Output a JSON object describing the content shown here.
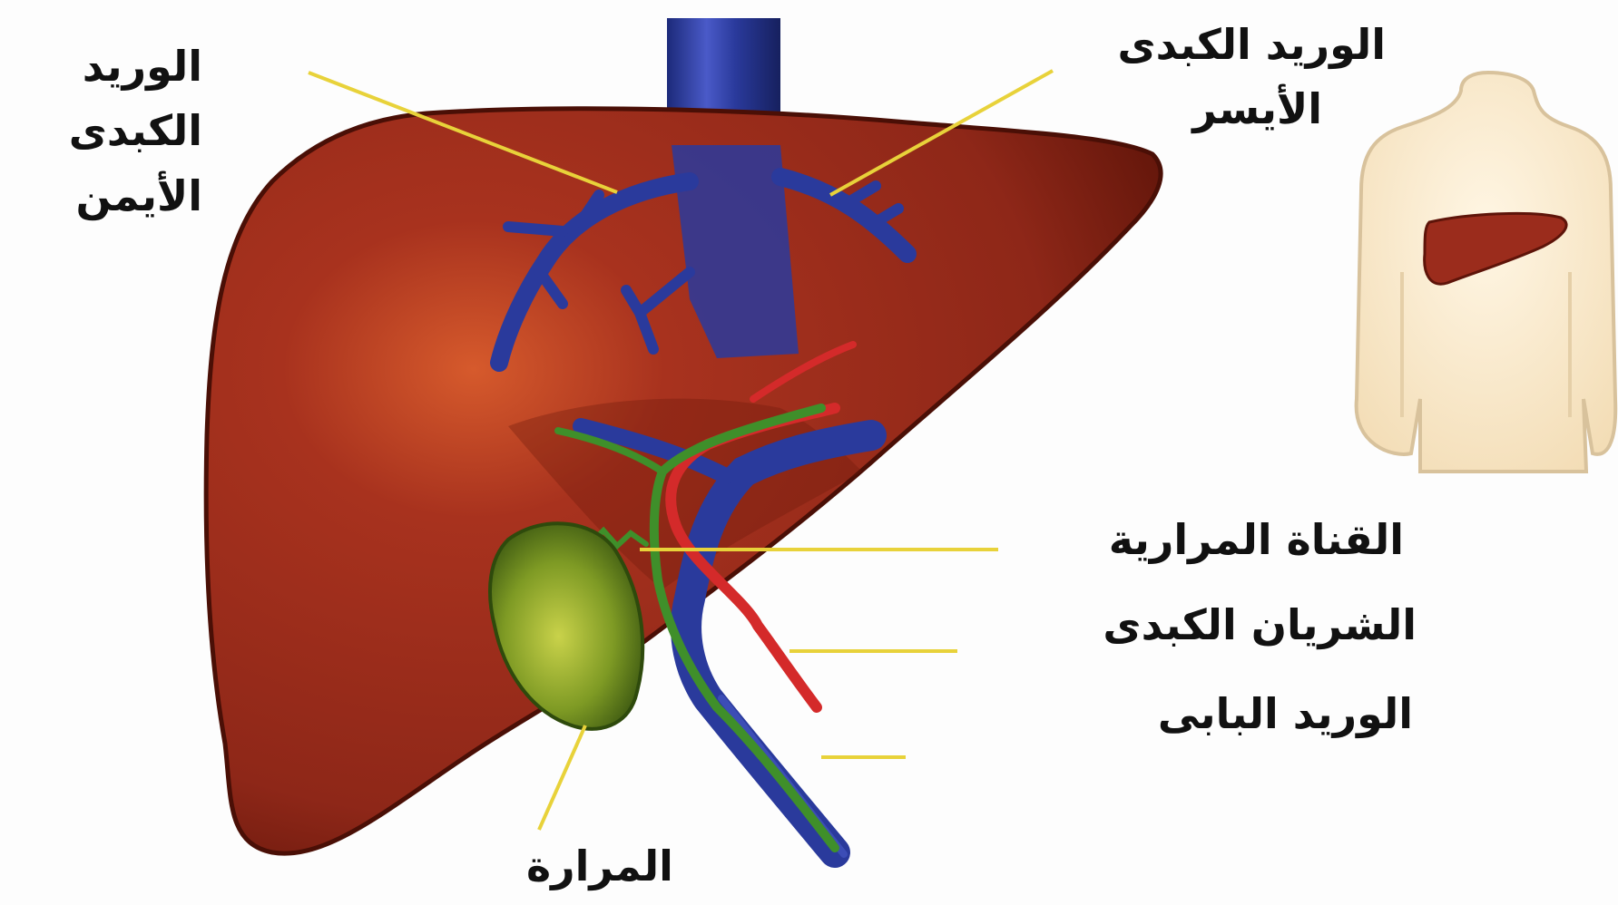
{
  "labels": {
    "right_hepatic_vein": [
      "الوريد",
      "الكبدى",
      "الأيمن"
    ],
    "left_hepatic_vein": [
      "الوريد الكبدى",
      "الأيسر"
    ],
    "bile_duct": "القناة المرارية",
    "hepatic_artery": "الشريان الكبدى",
    "portal_vein": "الوريد البابى",
    "gallbladder": "المرارة"
  },
  "colors": {
    "liver": "#9b2c1c",
    "liver_dark": "#5e1409",
    "vein": "#2a3a9c",
    "artery": "#d42a2a",
    "bile_duct": "#3f8f2a",
    "gallbladder": "#8fa82a",
    "leader": "#e8d23a",
    "body_silhouette": "#f7e6c4"
  }
}
